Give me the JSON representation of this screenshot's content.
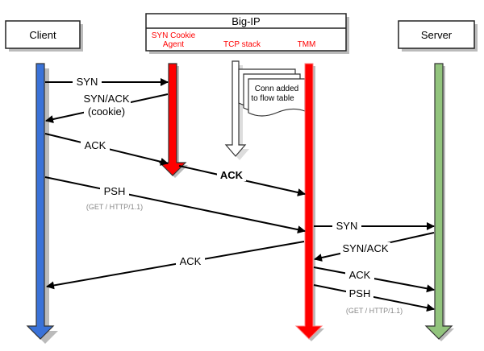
{
  "participants": {
    "client": {
      "label": "Client",
      "color": "#3a72d8"
    },
    "bigip": {
      "label": "Big-IP",
      "components": [
        {
          "label_line1": "SYN Cookie",
          "label_line2": "Agent"
        },
        {
          "label_line1": "TCP stack",
          "label_line2": ""
        },
        {
          "label_line1": "TMM",
          "label_line2": ""
        }
      ],
      "component_color": "#ff0000"
    },
    "server": {
      "label": "Server",
      "color": "#92c47d"
    }
  },
  "note": {
    "line1": "Conn added",
    "line2": "to flow table"
  },
  "messages": [
    {
      "label": "SYN",
      "sub": "",
      "from": "client",
      "to": "syn-cookie-agent"
    },
    {
      "label": "SYN/ACK",
      "sub": "(cookie)",
      "from": "syn-cookie-agent",
      "to": "client"
    },
    {
      "label": "ACK",
      "sub": "",
      "from": "client",
      "to": "syn-cookie-agent"
    },
    {
      "label": "ACK",
      "sub": "",
      "from": "syn-cookie-agent",
      "to": "tmm",
      "bold": true
    },
    {
      "label": "PSH",
      "sub": "(GET / HTTP/1.1)",
      "from": "client",
      "to": "tmm"
    },
    {
      "label": "SYN",
      "sub": "",
      "from": "tmm",
      "to": "server"
    },
    {
      "label": "SYN/ACK",
      "sub": "",
      "from": "server",
      "to": "tmm"
    },
    {
      "label": "ACK",
      "sub": "",
      "from": "tmm",
      "to": "client"
    },
    {
      "label": "ACK",
      "sub": "",
      "from": "tmm",
      "to": "server"
    },
    {
      "label": "PSH",
      "sub": "(GET / HTTP/1.1)",
      "from": "tmm",
      "to": "server"
    }
  ]
}
